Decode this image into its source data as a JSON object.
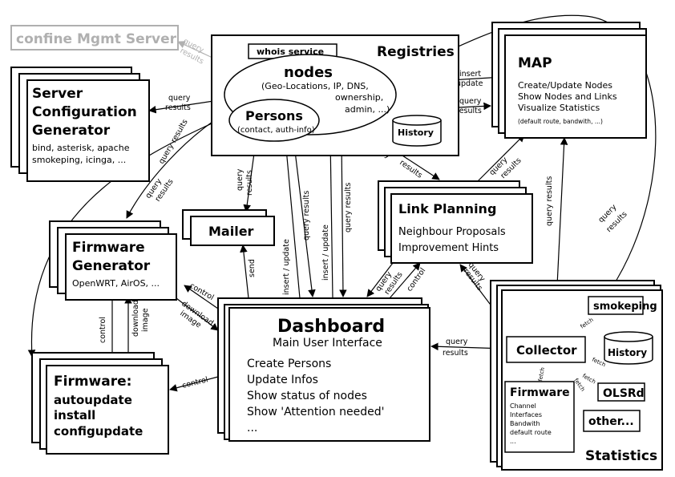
{
  "mgmt_server": {
    "label": "confine Mgmt Server"
  },
  "registries": {
    "title": "Registries",
    "whois": "whois service",
    "nodes": {
      "title": "nodes",
      "line1": "(Geo-Locations, IP, DNS,",
      "line2": "ownership,",
      "line3": "admin, ...)"
    },
    "persons": {
      "title": "Persons",
      "sub": "(contact, auth-info)"
    },
    "history": "History"
  },
  "server_config": {
    "line1": "Server",
    "line2": "Configuration",
    "line3": "Generator",
    "detail1": "bind, asterisk, apache",
    "detail2": "smokeping, icinga, ..."
  },
  "map": {
    "title": "MAP",
    "line1": "Create/Update Nodes",
    "line2": "Show Nodes and Links",
    "line3": "Visualize Statistics",
    "line4": "(default route, bandwith, ...)"
  },
  "mailer": {
    "title": "Mailer"
  },
  "link_planning": {
    "title": "Link Planning",
    "line1": "Neighbour Proposals",
    "line2": "Improvement Hints"
  },
  "firmware_gen": {
    "line1": "Firmware",
    "line2": "Generator",
    "detail": "OpenWRT, AirOS, ..."
  },
  "firmware": {
    "title": "Firmware:",
    "line1": "autoupdate",
    "line2": "install",
    "line3": "configupdate"
  },
  "dashboard": {
    "title": "Dashboard",
    "subtitle": "Main User Interface",
    "items": [
      "Create Persons",
      "Update Infos",
      "Show status of nodes",
      "Show 'Attention needed'",
      "..."
    ]
  },
  "statistics": {
    "title": "Statistics",
    "collector": "Collector",
    "smokeping": "smokeping",
    "history": "History",
    "olsrd": "OLSRd",
    "other": "other...",
    "firmware": {
      "title": "Firmware",
      "items": [
        "Channel",
        "Interfaces",
        "Bandwith",
        "default route",
        "..."
      ]
    }
  },
  "edge_labels": {
    "query": "query",
    "results": "results",
    "query_results": "query results",
    "insert": "insert",
    "update": "update",
    "insert_update": "insert / update",
    "send": "send",
    "control": "control",
    "download": "download",
    "image": "image",
    "fetch": "fetch"
  }
}
